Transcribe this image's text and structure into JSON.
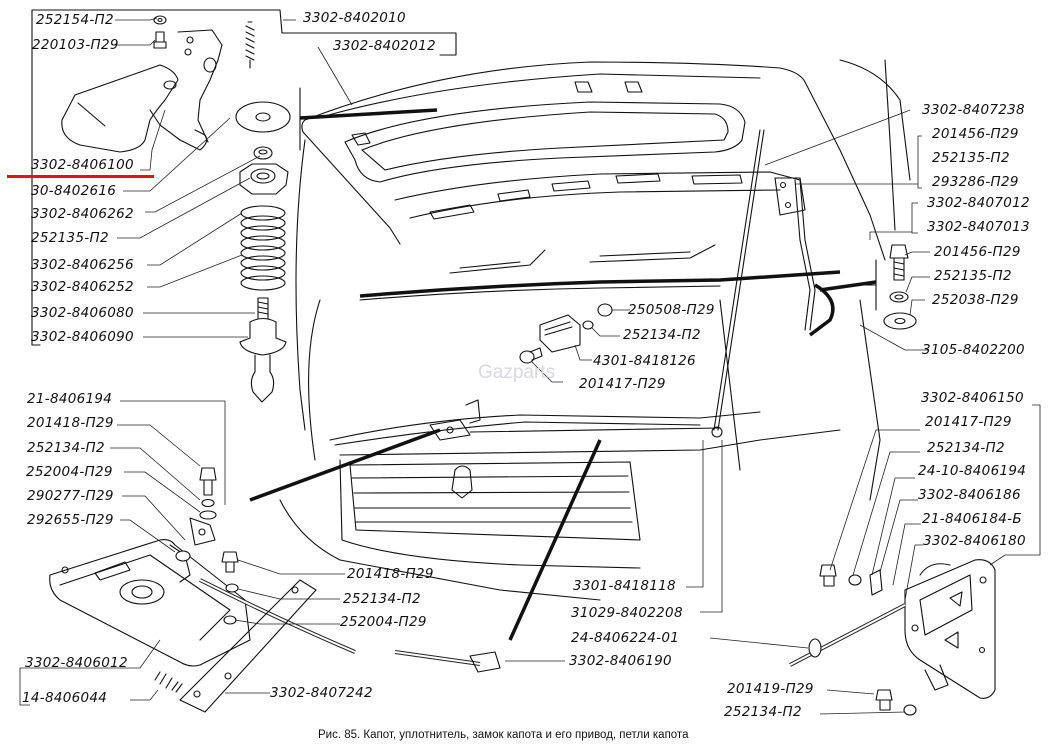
{
  "figure": {
    "caption": "Рис. 85. Капот,  уплотнитель, замок капота и его привод, петли капота",
    "watermark": "Gazparts",
    "highlight_color": "#e0141b",
    "highlighted_part": "3302-8406100"
  },
  "labels": {
    "top_left": [
      "252154-П2",
      "220103-П29",
      "3302-8406100",
      "30-8402616",
      "3302-8406262",
      "252135-П2",
      "3302-8406256",
      "3302-8406252",
      "3302-8406080",
      "3302-8406090"
    ],
    "top_center": [
      "3302-8402010",
      "3302-8402012"
    ],
    "top_right": [
      "3302-8407238",
      "201456-П29",
      "252135-П2",
      "293286-П29",
      "3302-8407012",
      "3302-8407013"
    ],
    "right_middle": [
      "201456-П29",
      "252135-П2",
      "252038-П29",
      "3105-8402200"
    ],
    "center": [
      "250508-П29",
      "252134-П2",
      "4301-8418126",
      "201417-П29"
    ],
    "left_lower": [
      "21-8406194",
      "201418-П29",
      "252134-П2",
      "252004-П29",
      "290277-П29",
      "292655-П29"
    ],
    "bottom_left": [
      "201418-П29",
      "252134-П2",
      "252004-П29",
      "3302-8406012",
      "14-8406044",
      "3302-8407242"
    ],
    "bottom_center": [
      "3301-8418118",
      "31029-8402208",
      "24-8406224-01",
      "3302-8406190"
    ],
    "bottom_right": [
      "3302-8406150",
      "201417-П29",
      "252134-П2",
      "24-10-8406194",
      "3302-8406186",
      "21-8406184-Б",
      "3302-8406180",
      "201419-П29",
      "252134-П2"
    ]
  }
}
